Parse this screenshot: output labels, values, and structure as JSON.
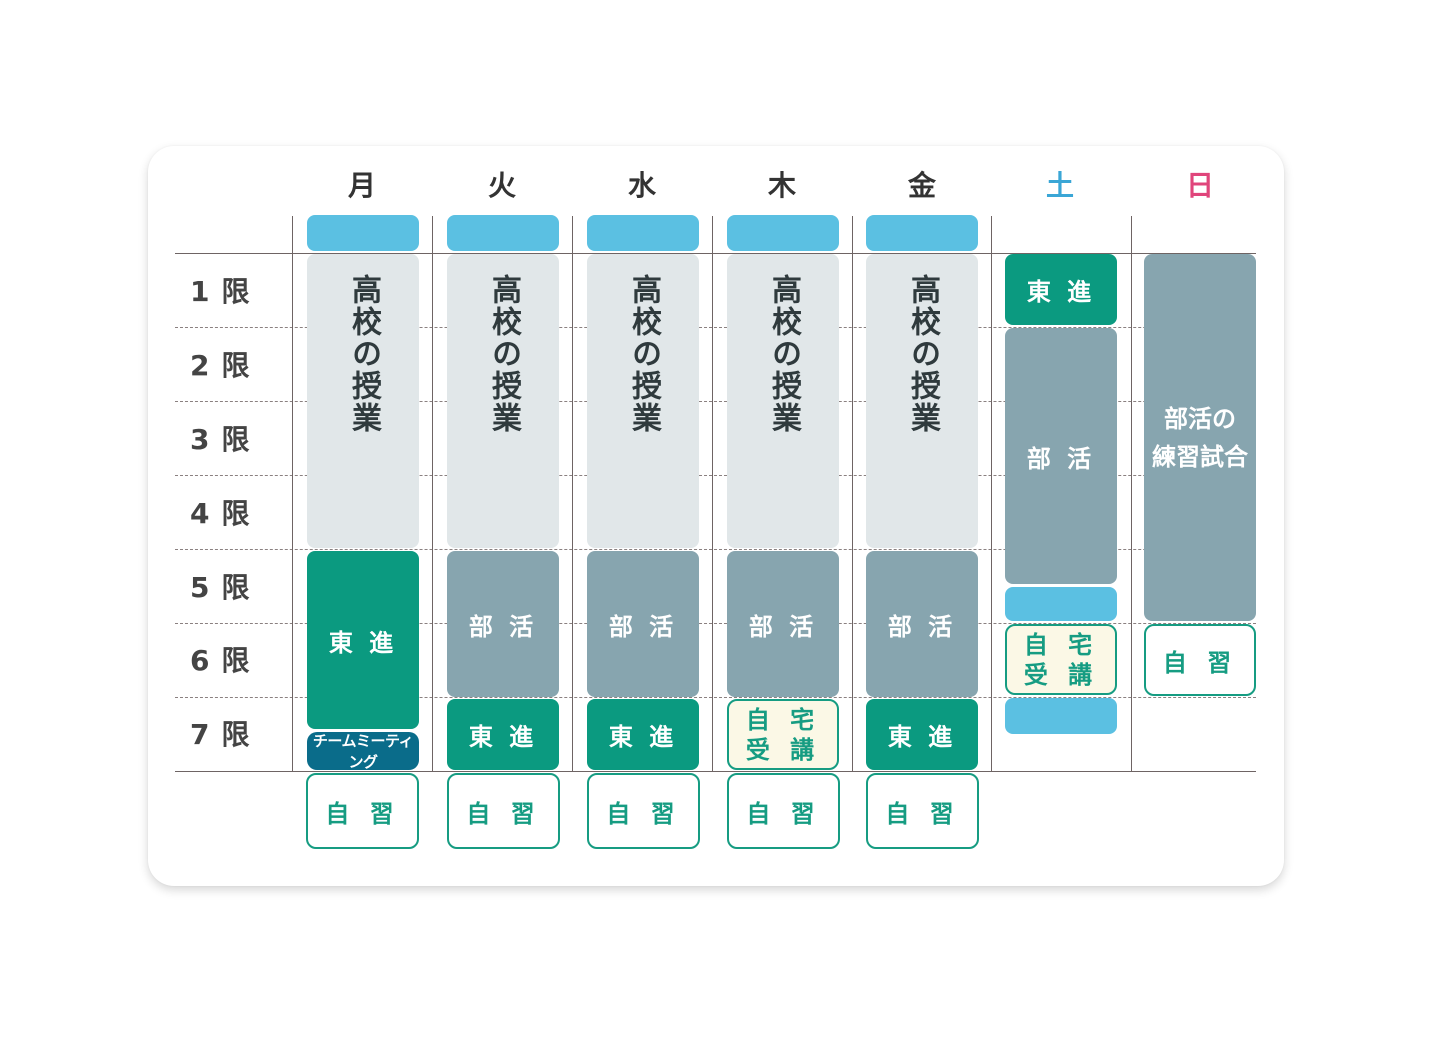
{
  "days": [
    "月",
    "火",
    "水",
    "木",
    "金",
    "土",
    "日"
  ],
  "colors": {
    "saturday": "#3aa6d6",
    "sunday": "#e0457b",
    "blue_bar": "#5bc0e2",
    "school": "#e1e7e9",
    "club": "#87a5af",
    "toshin": "#0b9a80",
    "team_meeting": "#0a6c8a",
    "self_study_border": "#169c82",
    "home_bg": "#fbf8e6"
  },
  "periods": [
    {
      "num": "1",
      "unit": "限"
    },
    {
      "num": "2",
      "unit": "限"
    },
    {
      "num": "3",
      "unit": "限"
    },
    {
      "num": "4",
      "unit": "限"
    },
    {
      "num": "5",
      "unit": "限"
    },
    {
      "num": "6",
      "unit": "限"
    },
    {
      "num": "7",
      "unit": "限"
    }
  ],
  "labels": {
    "school": "高校の授業",
    "club": "部 活",
    "toshin": "東 進",
    "team_meeting": "チームミーティング",
    "home_study": "自 宅\n受 講",
    "self_study": "自 習",
    "practice_match": "部活の\n練習試合"
  }
}
